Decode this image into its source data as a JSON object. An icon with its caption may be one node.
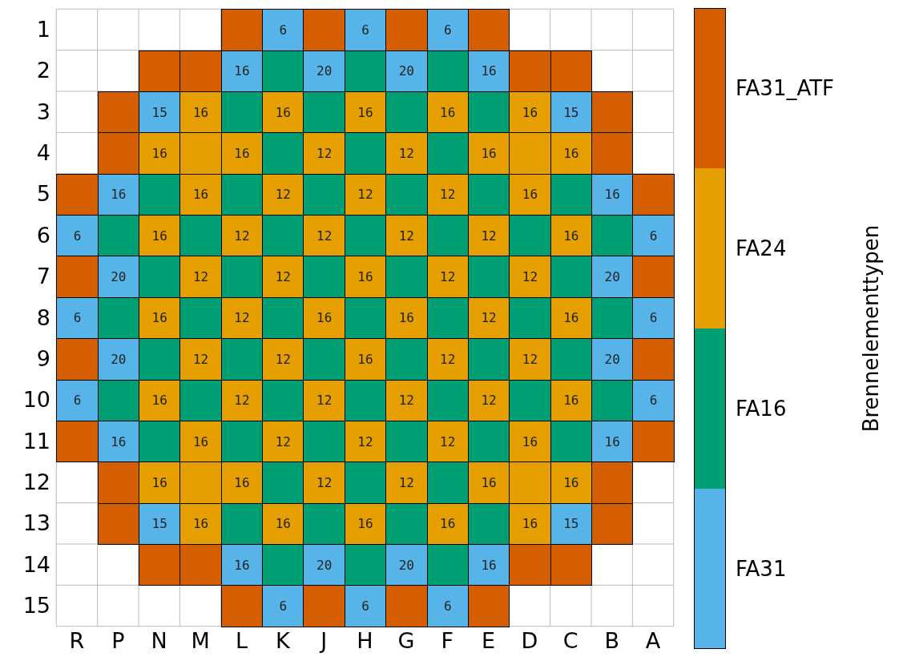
{
  "diagram": {
    "nodes": [
      {
        "text": [],
        "shape": "box"
      },
      {
        "text": [
          "6"
        ]
      },
      {
        "text": [],
        "shape": "box"
      },
      {
        "text": [
          "6"
        ]
      },
      {
        "text": [],
        "shape": "box"
      },
      {
        "text": [
          "6"
        ]
      },
      {
        "text": [],
        "shape": "box"
      },
      {
        "text": [],
        "shape": "box"
      },
      {
        "text": [],
        "shape": "box"
      },
      {
        "text": [
          "16"
        ]
      },
      {
        "text": [],
        "shape": "box"
      },
      {
        "text": [
          "20"
        ]
      },
      {
        "text": [],
        "shape": "box"
      },
      {
        "text": [
          "20"
        ]
      },
      {
        "text": [],
        "shape": "box"
      },
      {
        "text": [
          "16"
        ]
      },
      {
        "text": [],
        "shape": "box"
      },
      {
        "text": [],
        "shape": "box"
      },
      {
        "text": [],
        "shape": "box"
      },
      {
        "text": [
          "15"
        ]
      },
      {
        "text": [
          "16"
        ]
      },
      {
        "text": [],
        "shape": "box"
      },
      {
        "text": [
          "16"
        ]
      },
      {
        "text": [],
        "shape": "box"
      },
      {
        "text": [
          "16"
        ]
      },
      {
        "text": [],
        "shape": "box"
      },
      {
        "text": [
          "16"
        ]
      },
      {
        "text": [],
        "shape": "box"
      },
      {
        "text": [
          "16"
        ]
      },
      {
        "text": [
          "15"
        ]
      },
      {
        "text": [],
        "shape": "box"
      },
      {
        "text": [],
        "shape": "box"
      },
      {
        "text": [
          "16"
        ]
      },
      {
        "text": [],
        "shape": "box"
      },
      {
        "text": [
          "16"
        ]
      },
      {
        "text": [],
        "shape": "box"
      },
      {
        "text": [
          "12"
        ]
      },
      {
        "text": [],
        "shape": "box"
      },
      {
        "text": [
          "12"
        ]
      },
      {
        "text": [],
        "shape": "box"
      },
      {
        "text": [
          "16"
        ]
      },
      {
        "text": [],
        "shape": "box"
      },
      {
        "text": [
          "16"
        ]
      },
      {
        "text": [],
        "shape": "box"
      },
      {
        "text": [],
        "shape": "box"
      },
      {
        "text": [
          "16"
        ]
      },
      {
        "text": [],
        "shape": "box"
      },
      {
        "text": [
          "16"
        ]
      },
      {
        "text": [],
        "shape": "box"
      },
      {
        "text": [
          "12"
        ]
      },
      {
        "text": [],
        "shape": "box"
      },
      {
        "text": [
          "12"
        ]
      },
      {
        "text": [],
        "shape": "box"
      },
      {
        "text": [
          "12"
        ]
      },
      {
        "text": [],
        "shape": "box"
      },
      {
        "text": [
          "16"
        ]
      },
      {
        "text": [],
        "shape": "box"
      },
      {
        "text": [
          "16"
        ]
      },
      {
        "text": [],
        "shape": "box"
      },
      {
        "text": [
          "6"
        ]
      },
      {
        "text": [],
        "shape": "box"
      },
      {
        "text": [
          "16"
        ]
      },
      {
        "text": [],
        "shape": "box"
      },
      {
        "text": [
          "12"
        ]
      },
      {
        "text": [],
        "shape": "box"
      },
      {
        "text": [
          "12"
        ]
      },
      {
        "text": [],
        "shape": "box"
      },
      {
        "text": [
          "12"
        ]
      },
      {
        "text": [],
        "shape": "box"
      },
      {
        "text": [
          "12"
        ]
      },
      {
        "text": [],
        "shape": "box"
      },
      {
        "text": [
          "16"
        ]
      },
      {
        "text": [],
        "shape": "box"
      },
      {
        "text": [
          "6"
        ]
      },
      {
        "text": [],
        "shape": "box"
      },
      {
        "text": [
          "20"
        ]
      },
      {
        "text": [],
        "shape": "box"
      },
      {
        "text": [
          "12"
        ]
      },
      {
        "text": [],
        "shape": "box"
      },
      {
        "text": [
          "12"
        ]
      },
      {
        "text": [],
        "shape": "box"
      },
      {
        "text": [
          "16"
        ]
      },
      {
        "text": [],
        "shape": "box"
      },
      {
        "text": [
          "12"
        ]
      },
      {
        "text": [],
        "shape": "box"
      },
      {
        "text": [
          "12"
        ]
      },
      {
        "text": [],
        "shape": "box"
      },
      {
        "text": [
          "20"
        ]
      },
      {
        "text": [],
        "shape": "box"
      },
      {
        "text": [
          "6"
        ]
      },
      {
        "text": [],
        "shape": "box"
      },
      {
        "text": [
          "16"
        ]
      },
      {
        "text": [],
        "shape": "box"
      },
      {
        "text": [
          "12"
        ]
      },
      {
        "text": [],
        "shape": "box"
      },
      {
        "text": [
          "16"
        ]
      },
      {
        "text": [],
        "shape": "box"
      },
      {
        "text": [
          "16"
        ]
      },
      {
        "text": [],
        "shape": "box"
      },
      {
        "text": [
          "12"
        ]
      },
      {
        "text": [],
        "shape": "box"
      },
      {
        "text": [
          "16"
        ]
      },
      {
        "text": [],
        "shape": "box"
      },
      {
        "text": [
          "6"
        ]
      },
      {
        "text": [],
        "shape": "box"
      },
      {
        "text": [
          "20"
        ]
      },
      {
        "text": [],
        "shape": "box"
      },
      {
        "text": [
          "12"
        ]
      },
      {
        "text": [],
        "shape": "box"
      },
      {
        "text": [
          "12"
        ]
      },
      {
        "text": [],
        "shape": "box"
      },
      {
        "text": [
          "16"
        ]
      },
      {
        "text": [],
        "shape": "box"
      },
      {
        "text": [
          "12"
        ]
      },
      {
        "text": [],
        "shape": "box"
      },
      {
        "text": [
          "12"
        ]
      },
      {
        "text": [],
        "shape": "box"
      },
      {
        "text": [
          "20"
        ]
      },
      {
        "text": [],
        "shape": "box"
      },
      {
        "text": [
          "6"
        ]
      },
      {
        "text": [],
        "shape": "box"
      },
      {
        "text": [
          "16"
        ]
      },
      {
        "text": [],
        "shape": "box"
      },
      {
        "text": [
          "12"
        ]
      },
      {
        "text": [],
        "shape": "box"
      },
      {
        "text": [
          "12"
        ]
      },
      {
        "text": [],
        "shape": "box"
      },
      {
        "text": [
          "12"
        ]
      },
      {
        "text": [],
        "shape": "box"
      },
      {
        "text": [
          "12"
        ]
      },
      {
        "text": [],
        "shape": "box"
      },
      {
        "text": [
          "16"
        ]
      },
      {
        "text": [],
        "shape": "box"
      },
      {
        "text": [
          "6"
        ]
      },
      {
        "text": [],
        "shape": "box"
      },
      {
        "text": [
          "16"
        ]
      },
      {
        "text": [],
        "shape": "box"
      },
      {
        "text": [
          "16"
        ]
      },
      {
        "text": [],
        "shape": "box"
      },
      {
        "text": [
          "12"
        ]
      },
      {
        "text": [],
        "shape": "box"
      },
      {
        "text": [
          "12"
        ]
      },
      {
        "text": [],
        "shape": "box"
      },
      {
        "text": [
          "12"
        ]
      },
      {
        "text": [],
        "shape": "box"
      },
      {
        "text": [
          "16"
        ]
      },
      {
        "text": [],
        "shape": "box"
      },
      {
        "text": [
          "16"
        ]
      },
      {
        "text": [],
        "shape": "box"
      },
      {
        "text": [],
        "shape": "box"
      },
      {
        "text": [
          "16"
        ]
      },
      {
        "text": [],
        "shape": "box"
      },
      {
        "text": [
          "16"
        ]
      },
      {
        "text": [],
        "shape": "box"
      },
      {
        "text": [
          "12"
        ]
      },
      {
        "text": [],
        "shape": "box"
      },
      {
        "text": [
          "12"
        ]
      },
      {
        "text": [],
        "shape": "box"
      },
      {
        "text": [
          "16"
        ]
      },
      {
        "text": [],
        "shape": "box"
      },
      {
        "text": [
          "16"
        ]
      },
      {
        "text": [],
        "shape": "box"
      },
      {
        "text": [],
        "shape": "box"
      },
      {
        "text": [
          "15"
        ]
      },
      {
        "text": [
          "16"
        ]
      },
      {
        "text": [],
        "shape": "box"
      },
      {
        "text": [
          "16"
        ]
      },
      {
        "text": [],
        "shape": "box"
      },
      {
        "text": [
          "16"
        ]
      },
      {
        "text": [],
        "shape": "box"
      },
      {
        "text": [
          "16"
        ]
      },
      {
        "text": [],
        "shape": "box"
      },
      {
        "text": [
          "16"
        ]
      },
      {
        "text": [
          "15"
        ]
      },
      {
        "text": [],
        "shape": "box"
      },
      {
        "text": [],
        "shape": "box"
      },
      {
        "text": [],
        "shape": "box"
      },
      {
        "text": [
          "16"
        ]
      },
      {
        "text": [],
        "shape": "box"
      },
      {
        "text": [
          "20"
        ]
      },
      {
        "text": [],
        "shape": "box"
      },
      {
        "text": [
          "20"
        ]
      },
      {
        "text": [],
        "shape": "box"
      },
      {
        "text": [
          "16"
        ]
      },
      {
        "text": [],
        "shape": "box"
      },
      {
        "text": [],
        "shape": "box"
      },
      {
        "text": [],
        "shape": "box"
      },
      {
        "text": [
          "6"
        ]
      },
      {
        "text": [],
        "shape": "box"
      },
      {
        "text": [
          "6"
        ]
      },
      {
        "text": [],
        "shape": "box"
      },
      {
        "text": [
          "6"
        ]
      },
      {
        "text": [],
        "shape": "box"
      }
    ],
    "labels": [
      "1",
      "2",
      "3",
      "4",
      "5",
      "6",
      "7",
      "8",
      "9",
      "10",
      "11",
      "12",
      "13",
      "14",
      "15",
      "R",
      "P",
      "N",
      "M",
      "L",
      "K",
      "J",
      "H",
      "G",
      "F",
      "E",
      "D",
      "C",
      "B",
      "A",
      "Brennelementtypen"
    ],
    "legend": [
      {
        "text": "FA31_ATF",
        "color": "#d55e00"
      },
      {
        "text": "FA24",
        "color": "#e69f00"
      },
      {
        "text": "FA16",
        "color": "#009e73"
      },
      {
        "text": "FA31",
        "color": "#56b4e9"
      }
    ]
  }
}
